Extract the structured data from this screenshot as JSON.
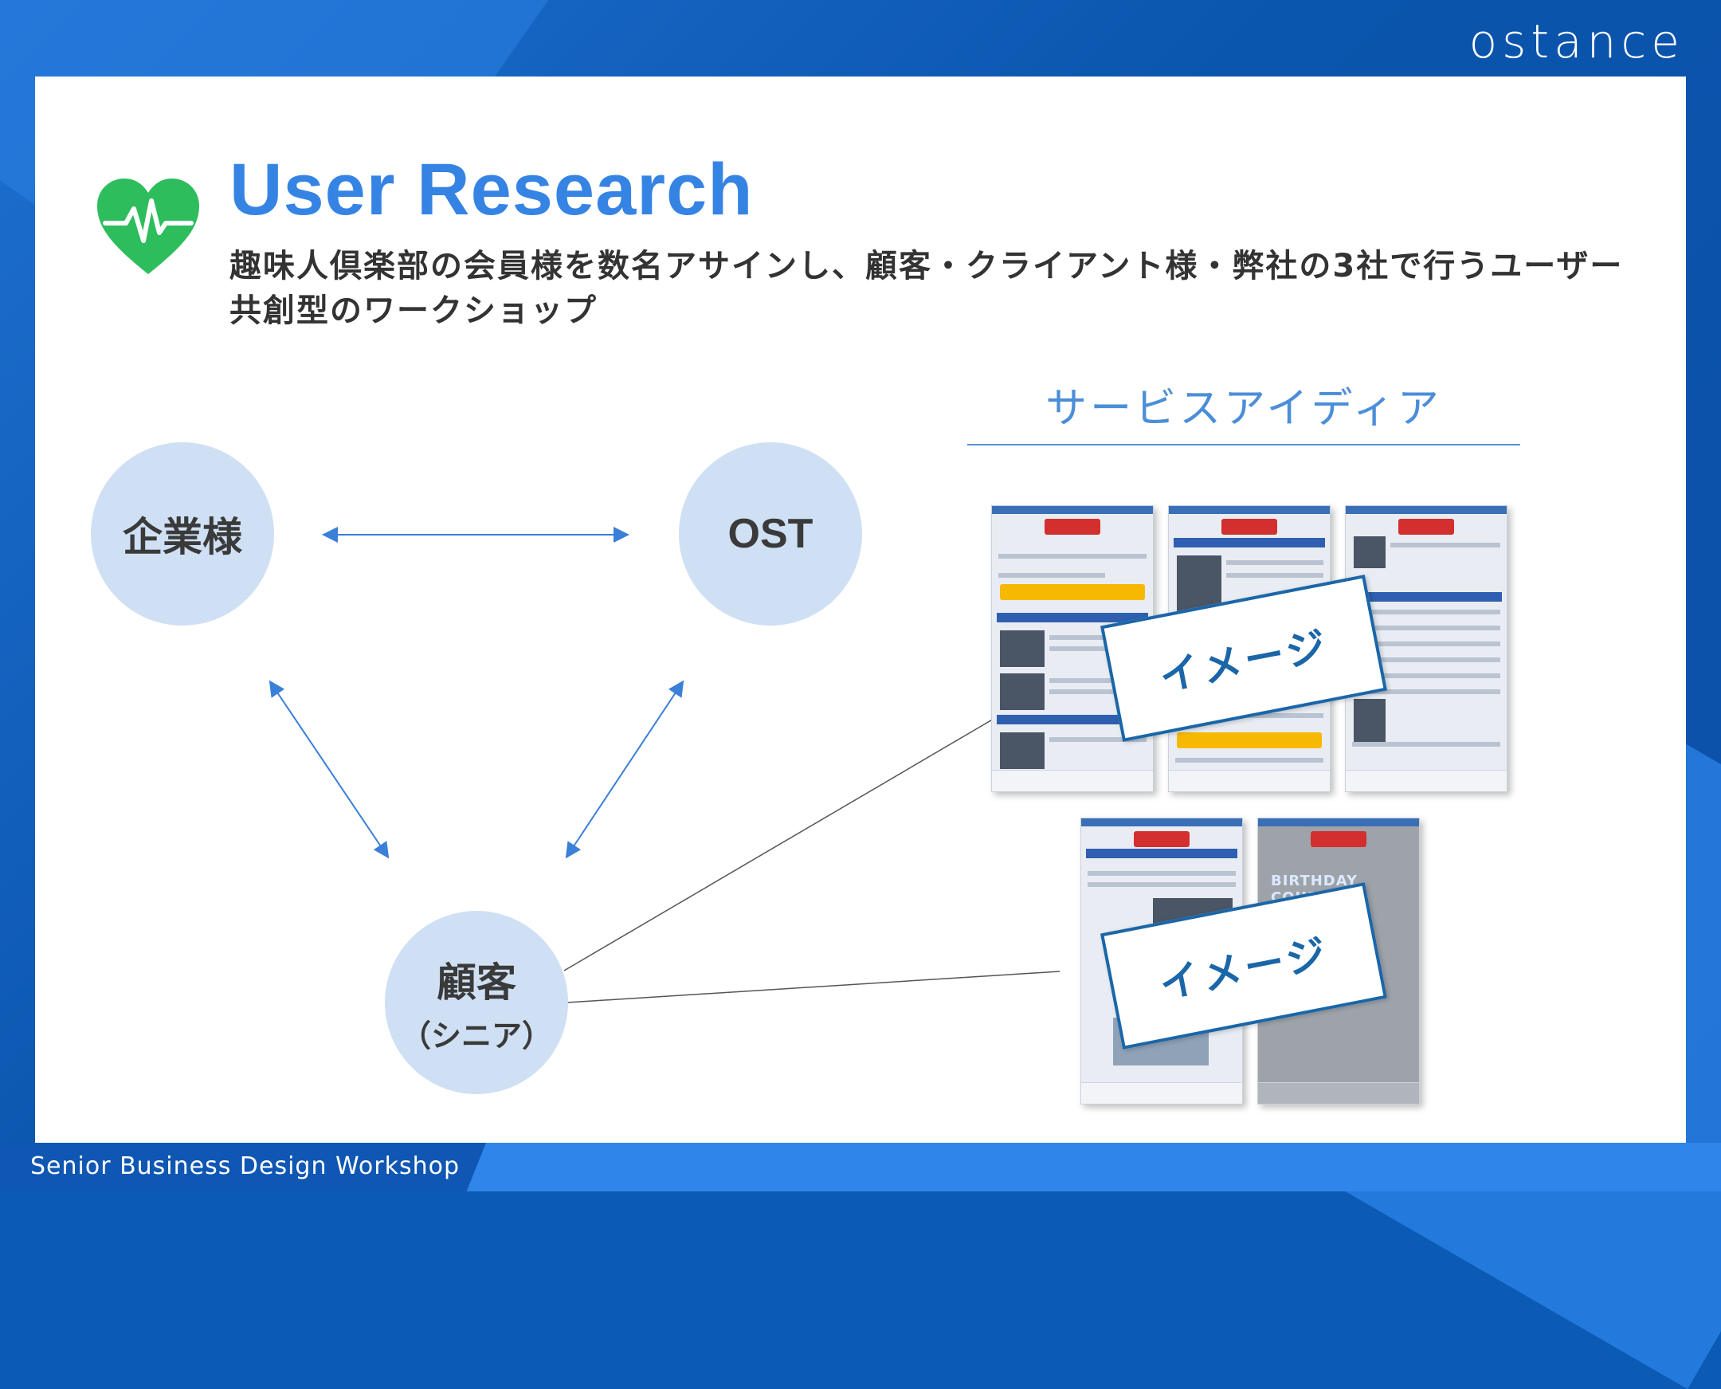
{
  "brand": {
    "logo_text": "ostance"
  },
  "footer": {
    "text": "Senior Business Design Workshop"
  },
  "header": {
    "icon": "heart-pulse-icon",
    "title": "User Research",
    "subtitle": "趣味人倶楽部の会員様を数名アサインし、顧客・クライアント様・弊社の3社で行うユーザー共創型のワークショップ"
  },
  "diagram": {
    "nodes": {
      "company": "企業様",
      "ost": "OST",
      "customer": "顧客",
      "customer_sub": "（シニア）"
    }
  },
  "service": {
    "title": "サービスアイディア",
    "stamp_label_1": "イメージ",
    "stamp_label_2": "イメージ",
    "coupon_text": "BIRTHDAY COUPON"
  },
  "colors": {
    "accent": "#3584e4",
    "circle": "#cfe0f4",
    "stamp": "#1a66a8",
    "background": "#0b5bb5"
  }
}
